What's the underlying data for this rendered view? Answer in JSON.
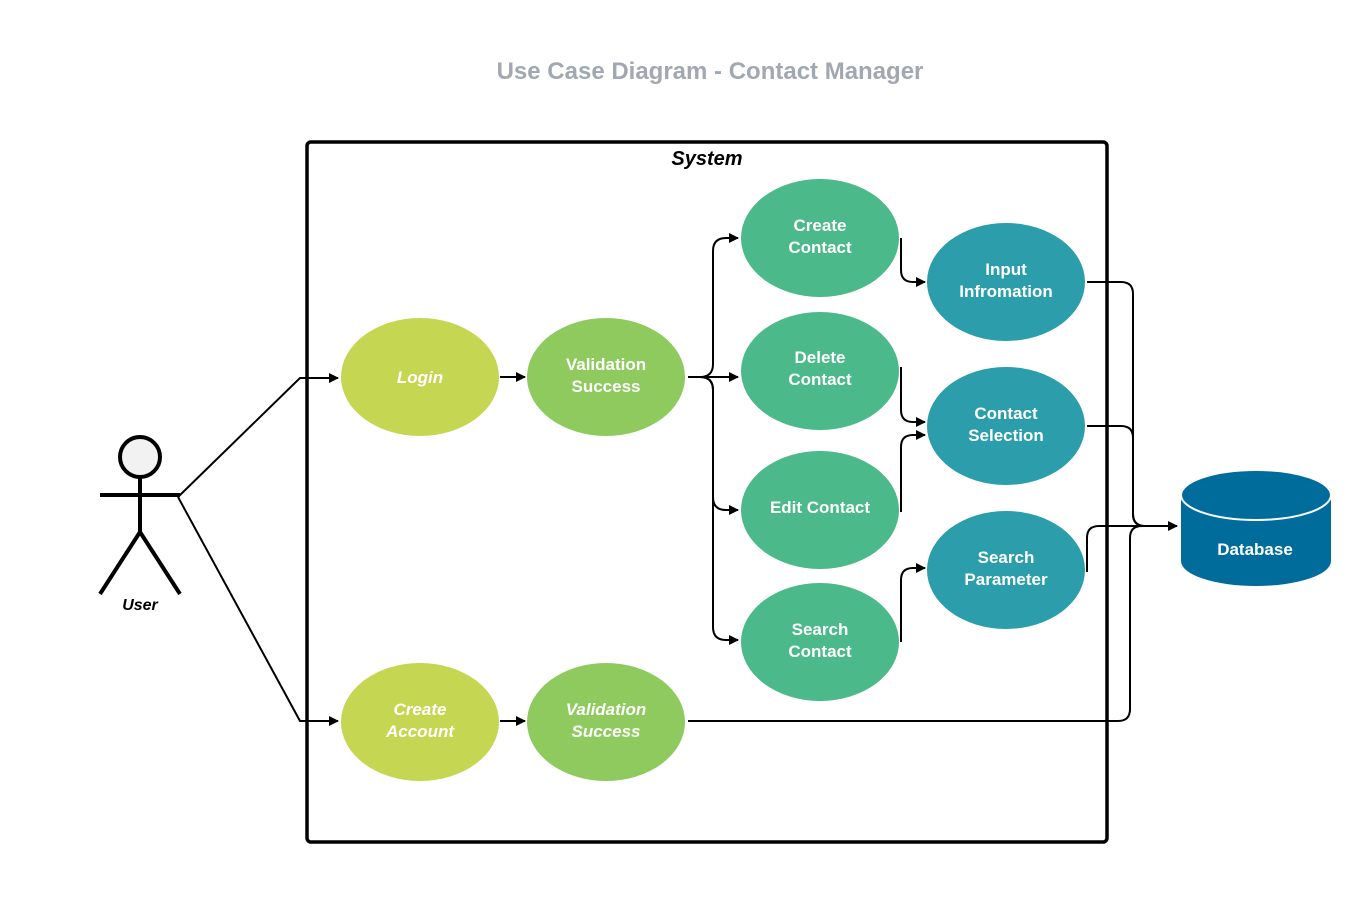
{
  "title": "Use Case Diagram - Contact Manager",
  "system": {
    "label": "System"
  },
  "actor": {
    "label": "User"
  },
  "database": {
    "label": "Database"
  },
  "use_cases": {
    "login": {
      "lines": [
        "Login"
      ]
    },
    "validation_success_1": {
      "lines": [
        "Validation",
        "Success"
      ]
    },
    "create_account": {
      "lines": [
        "Create",
        "Account"
      ]
    },
    "validation_success_2": {
      "lines": [
        "Validation",
        "Success"
      ]
    },
    "create_contact": {
      "lines": [
        "Create",
        "Contact"
      ]
    },
    "delete_contact": {
      "lines": [
        "Delete",
        "Contact"
      ]
    },
    "edit_contact": {
      "lines": [
        "Edit Contact"
      ]
    },
    "search_contact": {
      "lines": [
        "Search",
        "Contact"
      ]
    },
    "input_information": {
      "lines": [
        "Input",
        "Infromation"
      ]
    },
    "contact_selection": {
      "lines": [
        "Contact",
        "Selection"
      ]
    },
    "search_parameter": {
      "lines": [
        "Search",
        "Parameter"
      ]
    }
  },
  "colors": {
    "lime": "#c5d652",
    "green": "#8fca5e",
    "teal_green": "#4bb98a",
    "teal": "#2c9daa",
    "database": "#006c9b",
    "title": "#a2a8b1",
    "line": "#000000"
  }
}
